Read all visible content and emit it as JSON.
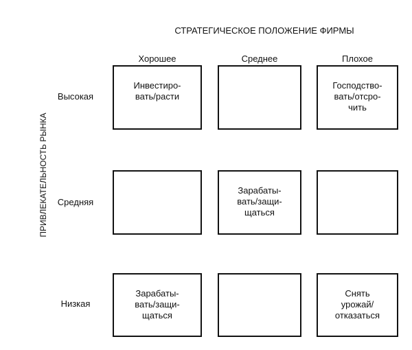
{
  "title": "СТРАТЕГИЧЕСКОЕ ПОЛОЖЕНИЕ ФИРМЫ",
  "y_axis_label": "ПРИВЛЕКАТЕЛЬНОСТЬ РЫНКА",
  "columns": [
    "Хорошее",
    "Среднее",
    "Плохое"
  ],
  "rows": [
    "Высокая",
    "Средняя",
    "Низкая"
  ],
  "cells": [
    [
      "Инвестиро-\nвать/расти",
      "",
      "Господство-\nвать/отсро-\nчить"
    ],
    [
      "",
      "Зарабаты-\nвать/защи-\nщаться",
      ""
    ],
    [
      "Зарабаты-\nвать/защи-\nщаться",
      "",
      "Снять\nурожай/\nотказаться"
    ]
  ]
}
